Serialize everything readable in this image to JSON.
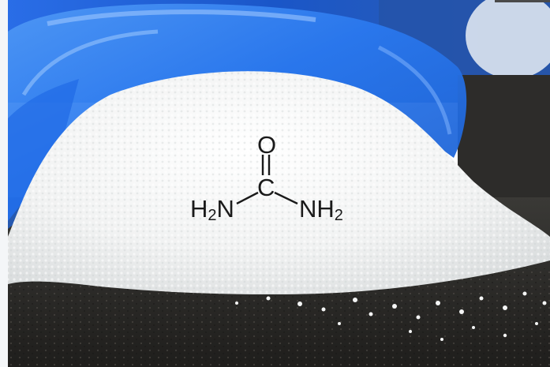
{
  "molecule": {
    "oxygen": "O",
    "carbon": "C",
    "left_group": {
      "atom": "H",
      "sub": "2",
      "tail": "N"
    },
    "right_group": {
      "atom": "NH",
      "sub": "2"
    }
  },
  "colors": {
    "bag_blue": "#1e5fd6",
    "granules": "#f2f3f3",
    "ground": "#2b2a28",
    "formula_ink": "#1a1a1a"
  }
}
